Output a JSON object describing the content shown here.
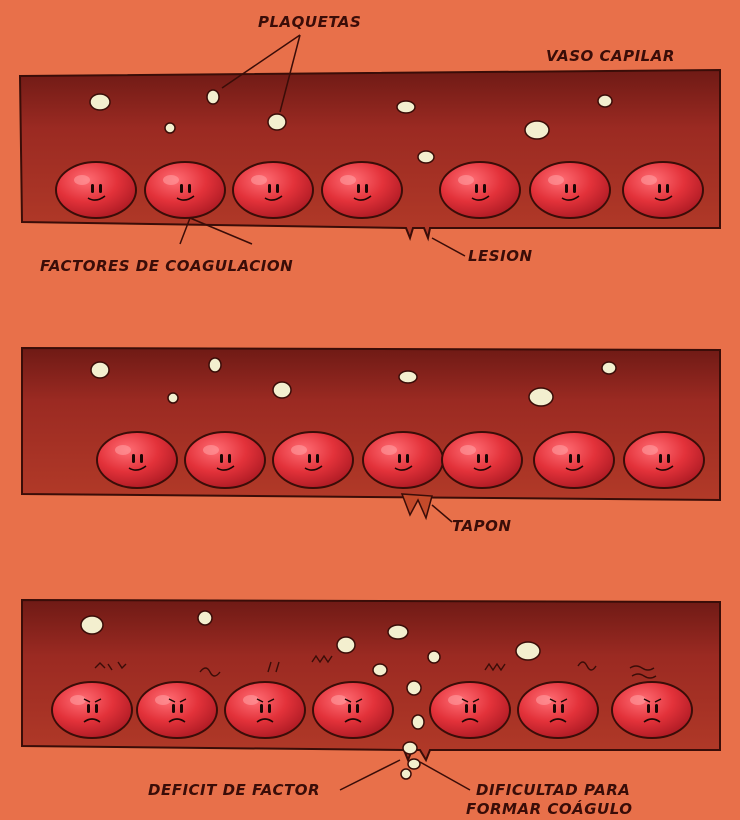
{
  "labels": {
    "plaquetas": "PLAQUETAS",
    "vaso_capilar": "VASO CAPILAR",
    "factores": "FACTORES DE COAGULACION",
    "lesion": "LESION",
    "tapon": "TAPON",
    "deficit": "DEFICIT DE FACTOR",
    "dificultad_1": "DIFICULTAD PARA",
    "dificultad_2": "FORMAR COÁGULO"
  },
  "panels": [
    {
      "name": "normal-vessel-with-lesion",
      "cell_mood": "happy"
    },
    {
      "name": "vessel-with-plug",
      "cell_mood": "happy"
    },
    {
      "name": "vessel-with-factor-deficit",
      "cell_mood": "worried"
    }
  ],
  "colors": {
    "background": "#e8704a",
    "vessel_lumen": "#9b2a22",
    "vessel_wall": "#7a1c16",
    "red_cell": "#e3323a",
    "platelet": "#f3efcf",
    "outline": "#3a0d08"
  }
}
